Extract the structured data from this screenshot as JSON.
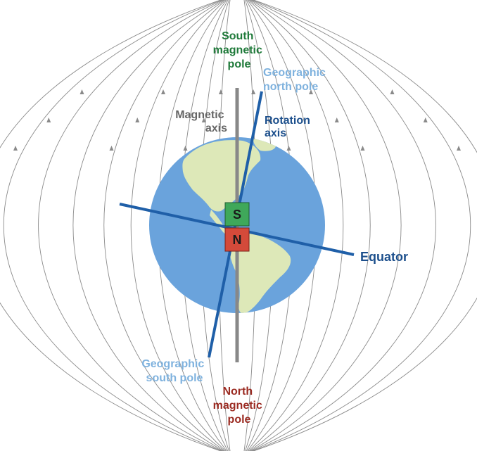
{
  "labels": {
    "south_magnetic_pole": [
      "South",
      "magnetic",
      "pole"
    ],
    "geographic_north_pole": [
      "Geographic",
      "north pole"
    ],
    "magnetic_axis": [
      "Magnetic",
      "axis"
    ],
    "rotation_axis": [
      "Rotation",
      "axis"
    ],
    "equator": "Equator",
    "geographic_south_pole": [
      "Geographic",
      "south pole"
    ],
    "north_magnetic_pole": [
      "North",
      "magnetic",
      "pole"
    ],
    "magnet_s": "S",
    "magnet_n": "N"
  },
  "colors": {
    "background": "#ffffff",
    "field_lines": "#8a8a8a",
    "ocean": "#6aa3dc",
    "land": "#dde8b8",
    "axis_blue": "#1f5fa8",
    "magnetic_axis_gray": "#888888",
    "south_green_label": "#1f7a3a",
    "magnet_s_fill": "#3fa85a",
    "magnet_n_fill": "#d44a3a",
    "north_red_label": "#9b2b22",
    "light_blue_label": "#7fb2de",
    "dark_blue_label": "#1c4f8c",
    "gray_label": "#666666"
  },
  "icons": [
    "field-arrow-icon"
  ]
}
